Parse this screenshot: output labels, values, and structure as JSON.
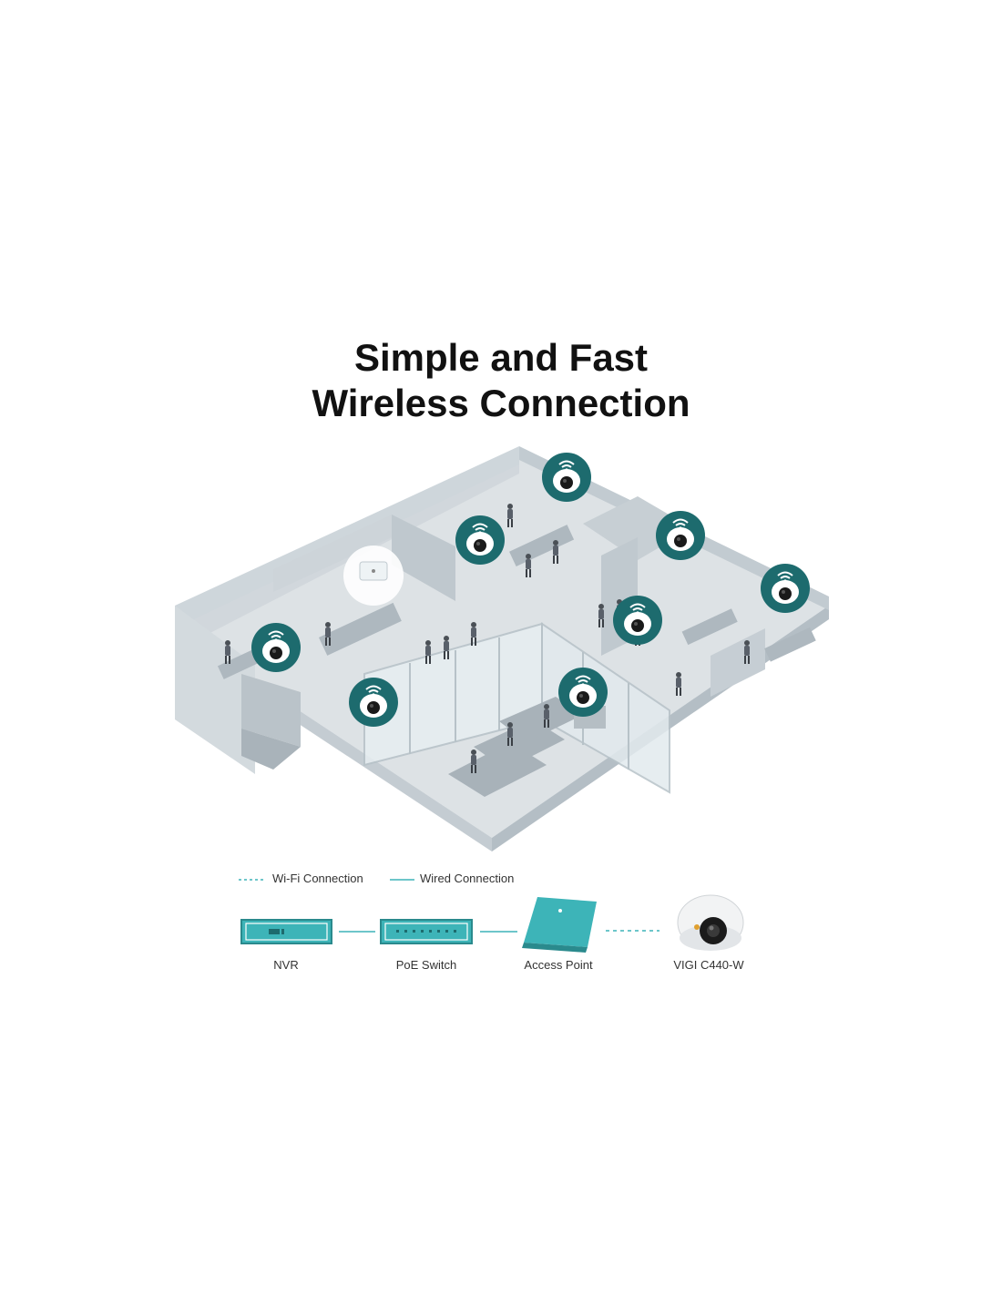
{
  "title": {
    "line1": "Simple and Fast",
    "line2": "Wireless Connection"
  },
  "legend": {
    "wifi": "Wi-Fi Connection",
    "wired": "Wired Connection"
  },
  "devices": {
    "nvr": "NVR",
    "poe_switch": "PoE Switch",
    "access_point": "Access Point",
    "camera": "VIGI C440-W"
  },
  "colors": {
    "accent": "#3db4b8",
    "badge": "#1d6b6e",
    "floor": "#dde2e5",
    "wall": "#c9d1d6",
    "wall_dark": "#b4bec5"
  },
  "icons": [
    "wifi-icon",
    "camera-icon",
    "access-point-icon"
  ]
}
